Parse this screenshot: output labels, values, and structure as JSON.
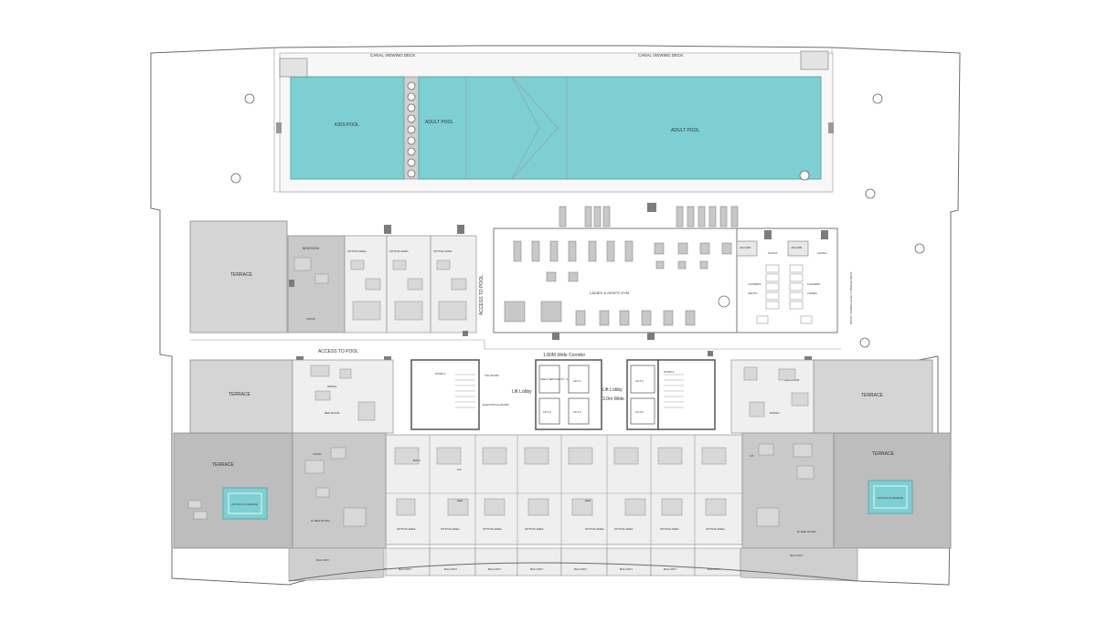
{
  "labels": {
    "canal_deck_left": "CANAL VIEWING DECK",
    "canal_deck_right": "CANAL VIEWING DECK",
    "kids_pool": "KIDS POOL",
    "adult_pool_small": "ADULT POOL",
    "adult_pool_large": "ADULT POOL",
    "terrace_top_left": "TERRACE",
    "terrace_mid_left": "TERRACE",
    "terrace_mid_right": "TERRACE",
    "terrace_bottom_left": "TERRACE",
    "terrace_bottom_right": "TERRACE",
    "lap_pool_left": "LAP POOL IN TERRACE",
    "lap_pool_right": "LAP POOL IN TERRACE",
    "access_to_pool_vertical": "ACCESS TO POOL",
    "access_to_pool_horizontal": "ACCESS TO POOL",
    "gym": "LADIES & GENTS GYM",
    "corridor": "1.80M Wide Corridor",
    "lift_lobby_left": "Lift Lobby",
    "lift_lobby_right": "Lift Lobby",
    "lift_lobby_width": "3.0m Wide",
    "lift_1": "LIFT-1",
    "lift_2": "LIFT-2",
    "lift_3": "LIFT-3",
    "lift_4": "LIFT-4",
    "lift_5": "LIFT-5",
    "lift_6": "LIFT-6",
    "fire_service_lift": "FIRE & SERVICE LIFT - A",
    "stair_1": "STAIR-1",
    "stair_2": "STAIR-2",
    "tel_room": "TEL ROOM",
    "electrical_room": "ELECTRICAL ROOM",
    "sauna_1": "SAUNA",
    "sauna_2": "SAUNA",
    "jacuzzi_1": "JACUZZI",
    "jacuzzi_2": "JACUZZI",
    "lockers_1": "LOCKERS",
    "lockers_2": "LOCKERS",
    "gents": "GENTS",
    "ladies": "LADIES",
    "bedroom": "BEDROOM",
    "bed_room": "BED ROOM",
    "sitting_area": "SITTING AREA",
    "living": "LIVING",
    "dining": "DINING",
    "balcony": "BALCONY",
    "master_bed_room": "M. BED ROOM",
    "kitchen": "KIT.",
    "bath": "BATH",
    "bed": "BED",
    "tower_note": "NORTH TOWER LEVEL 4 PODIUM ROOF"
  },
  "colors": {
    "pool": "#7ecfd2",
    "terrace_light": "#d5d5d5",
    "terrace_dark": "#bdbdbd",
    "unit_fill": "#efefef",
    "wall": "#6b6b6b"
  }
}
